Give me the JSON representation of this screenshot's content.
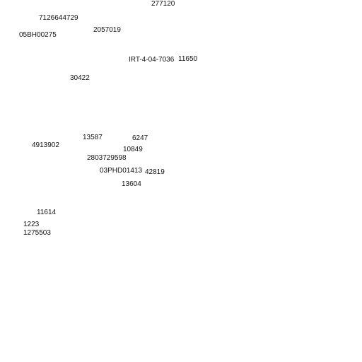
{
  "labels": [
    "277120",
    "7126644729",
    "2057019",
    "05BH00275",
    "IRT-4-04-7036",
    "11650",
    "30422",
    "13587",
    "6247",
    "4913902",
    "10849",
    "2803729598",
    "03PHD01413",
    "42819",
    "13604",
    "11614",
    "1223",
    "1275503"
  ],
  "colors": {
    "background": "#ffffff",
    "text": "#111111"
  }
}
